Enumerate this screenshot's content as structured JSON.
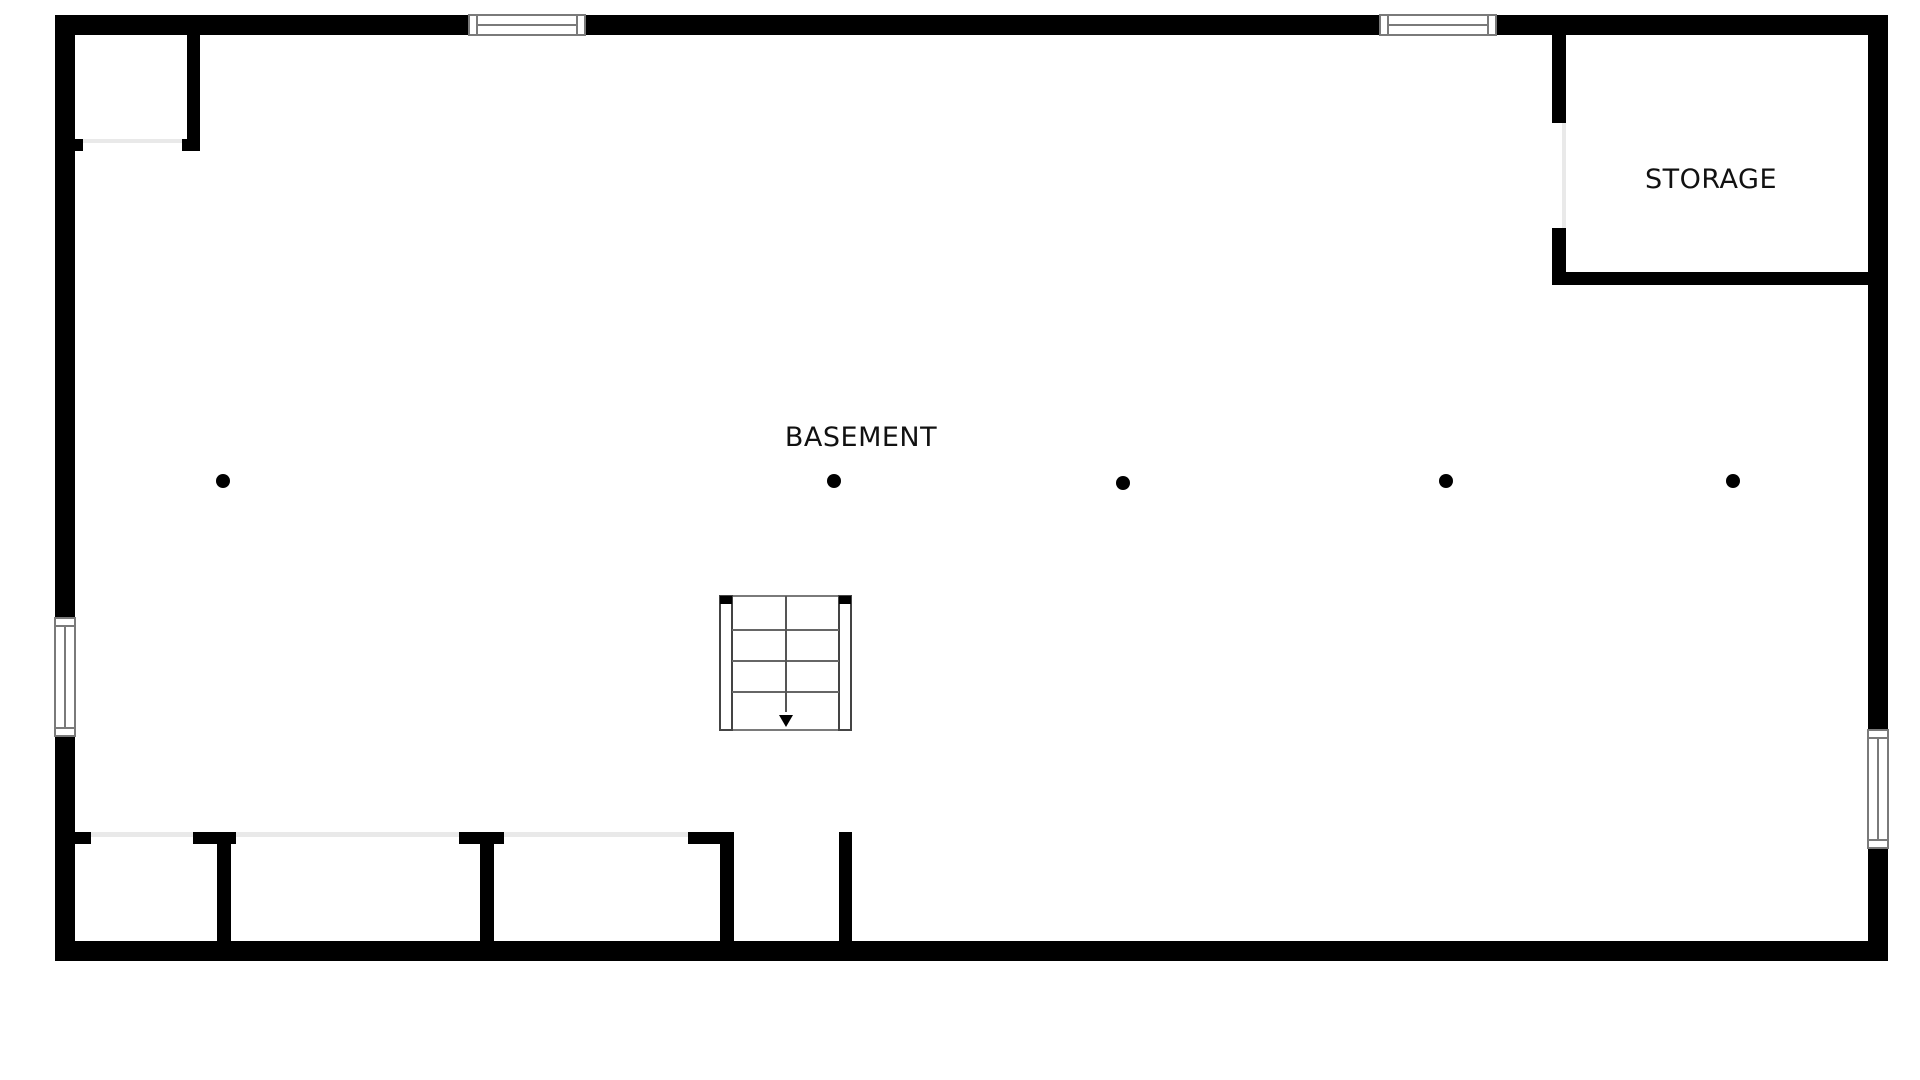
{
  "plan": {
    "rooms": [
      {
        "id": "basement",
        "label": "BASEMENT"
      },
      {
        "id": "storage",
        "label": "STORAGE"
      }
    ],
    "features": {
      "support_posts": 5,
      "stairs_direction": "down",
      "windows": 4
    },
    "colors": {
      "wall": "#000000",
      "background": "#ffffff",
      "window_frame": "#7a7a7a",
      "opening": "#e9e9e9"
    }
  }
}
